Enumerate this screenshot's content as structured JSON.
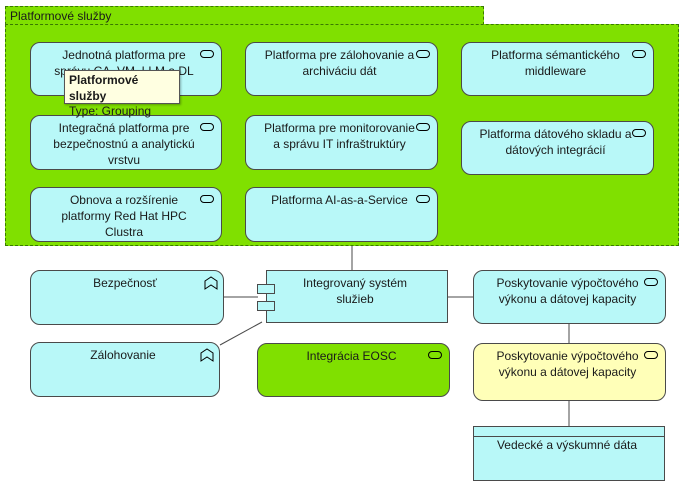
{
  "group": {
    "title": "Platformové služby",
    "color": "#80e000"
  },
  "tooltip": {
    "title": "Platformové služby",
    "type": "Type: Grouping"
  },
  "platform_services": [
    "Jednotná platforma pre správu CA, VM, LLM a DL",
    "Platforma pre zálohovanie a archiváciu dát",
    "Platforma sémantického middleware",
    "Integračná platforma pre bezpečnostnú a analytickú vrstvu",
    "Platforma pre monitorovanie a správu IT infraštruktúry",
    "Platforma dátového skladu a dátových integrácií",
    "Obnova a rozšírenie platformy Red Hat HPC Clustra",
    "Platforma AI-as-a-Service"
  ],
  "functions": {
    "security": "Bezpečnosť",
    "backup": "Zálohovanie"
  },
  "component": {
    "label": "Integrovaný systém služieb"
  },
  "eosc": {
    "label": "Integrácia EOSC"
  },
  "compute_service": {
    "label": "Poskytovanie výpočtového výkonu a dátovej kapacity"
  },
  "compute_service_2": {
    "label": "Poskytovanie výpočtového výkonu a dátovej kapacity"
  },
  "data_artifact": {
    "label": "Vedecké a výskumné dáta"
  },
  "colors": {
    "cyan": "#b8f8f8",
    "green": "#80e000",
    "yellow": "#ffffb8"
  }
}
